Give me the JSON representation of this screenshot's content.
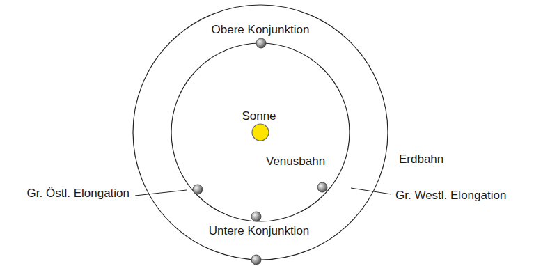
{
  "diagram": {
    "labels": [
      "Obere Konjunktion",
      "Sonne",
      "Venusbahn",
      "Erdbahn",
      "Gr. Östl. Elongation",
      "Gr. Westl. Elongation",
      "Untere Konjunktion"
    ]
  }
}
